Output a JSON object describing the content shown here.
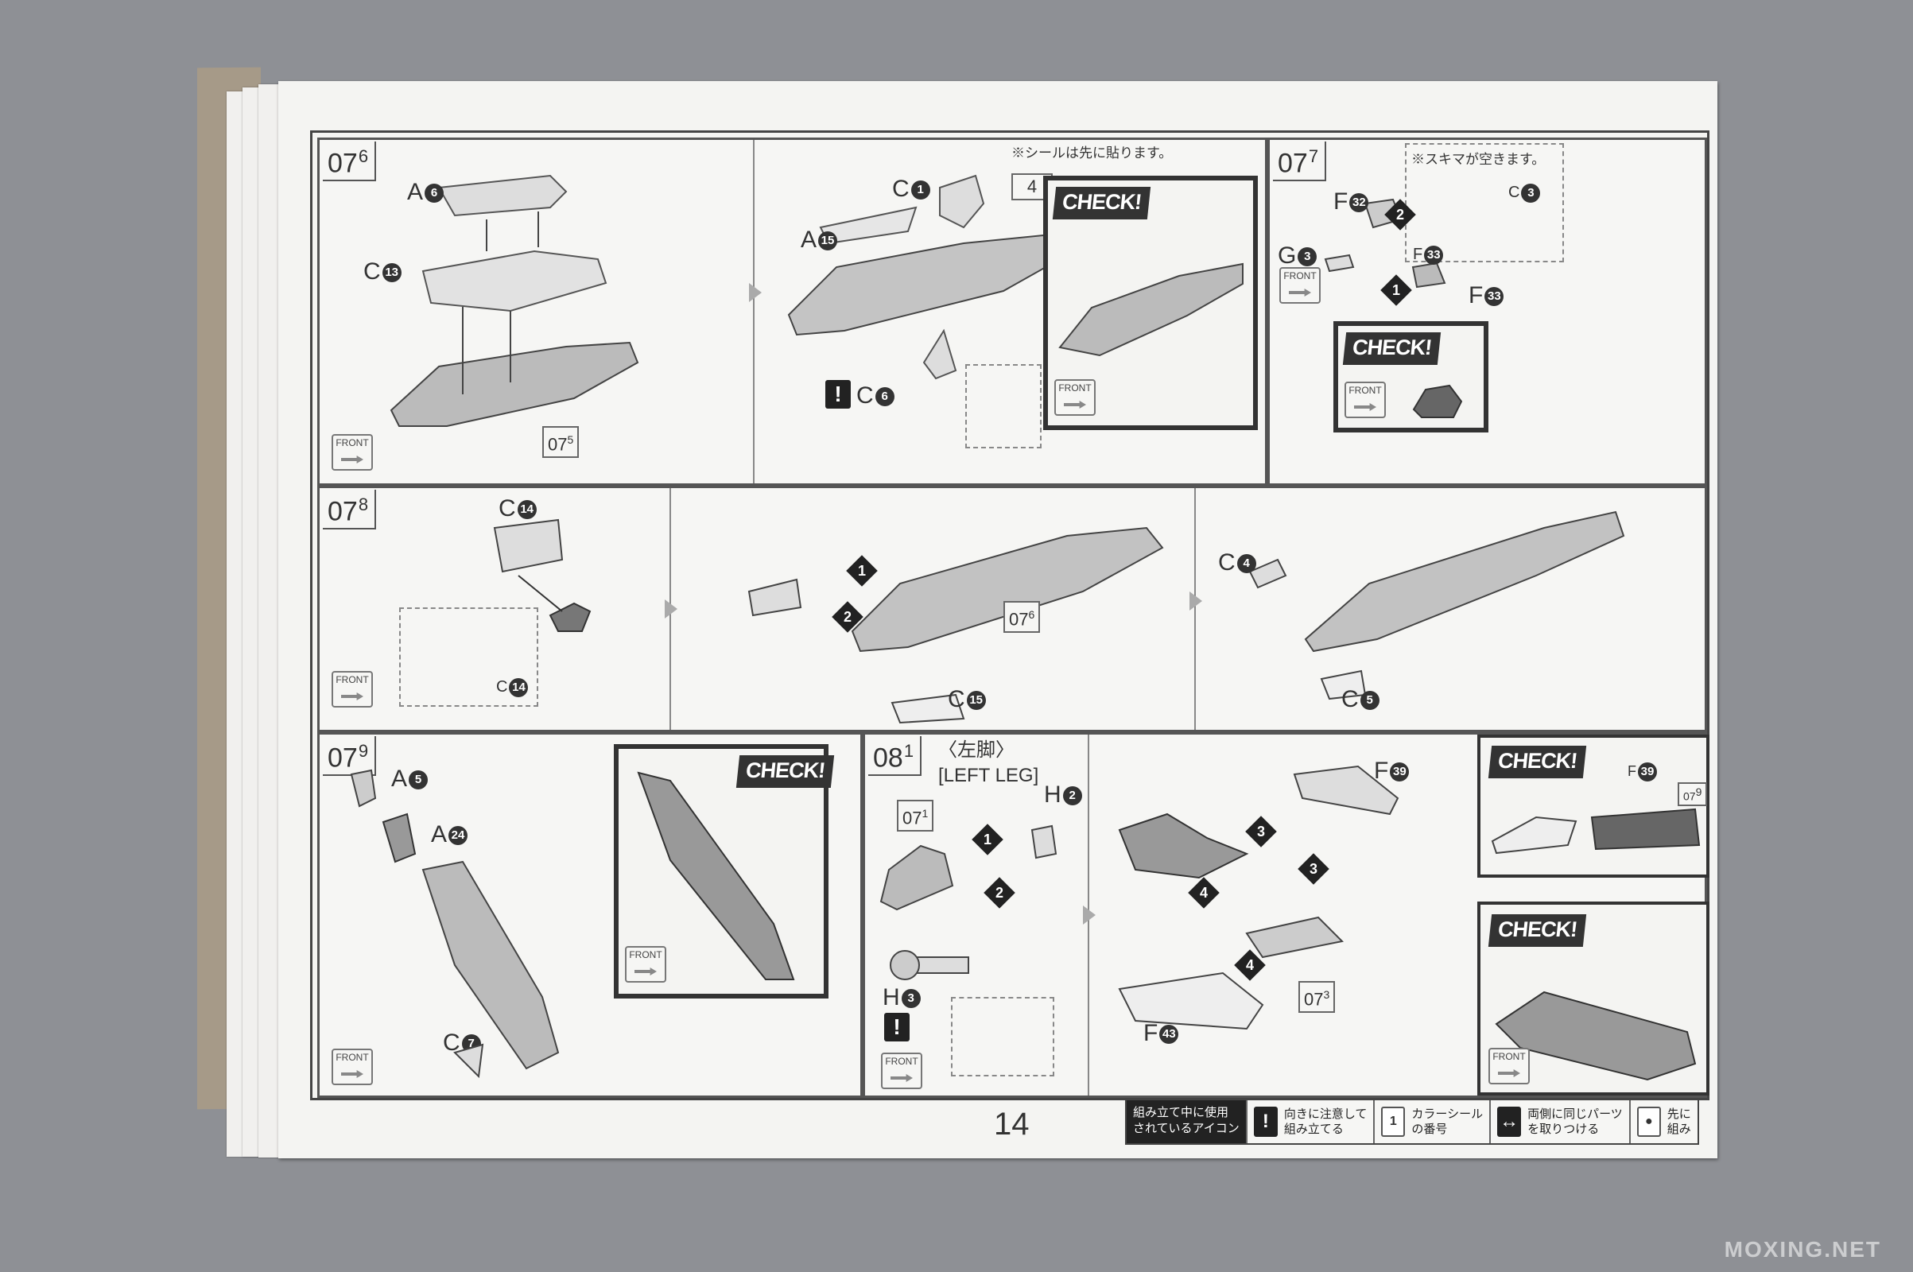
{
  "page": {
    "number": "14"
  },
  "steps": {
    "s07_6": {
      "main": "07",
      "sub": "6",
      "parts": {
        "a6": "A",
        "a6n": "6",
        "c13": "C",
        "c13n": "13",
        "a15": "A",
        "a15n": "15",
        "c1": "C",
        "c1n": "1",
        "c6": "C",
        "c6n": "6"
      },
      "ref": {
        "main": "07",
        "sub": "5"
      },
      "seal_note": "※シールは先に貼ります。",
      "seal_number": "4"
    },
    "s07_7": {
      "main": "07",
      "sub": "7",
      "parts": {
        "f32": "F",
        "f32n": "32",
        "g3": "G",
        "g3n": "3",
        "f33": "F",
        "f33n": "33",
        "f33b": "F",
        "f33bn": "33",
        "c3": "C",
        "c3n": "3"
      },
      "gap_note": "※スキマが空きます。"
    },
    "s07_8": {
      "main": "07",
      "sub": "8",
      "parts": {
        "c14": "C",
        "c14n": "14",
        "c14b": "C",
        "c14bn": "14",
        "c15": "C",
        "c15n": "15",
        "c4": "C",
        "c4n": "4",
        "c5": "C",
        "c5n": "5"
      },
      "ref": {
        "main": "07",
        "sub": "6"
      }
    },
    "s07_9": {
      "main": "07",
      "sub": "9",
      "parts": {
        "a5": "A",
        "a5n": "5",
        "a24": "A",
        "a24n": "24",
        "c7": "C",
        "c7n": "7"
      }
    },
    "s08_1": {
      "main": "08",
      "sub": "1",
      "title_jp": "〈左脚〉",
      "title_en": "[LEFT LEG]",
      "parts": {
        "h2": "H",
        "h2n": "2",
        "h3": "H",
        "h3n": "3",
        "f39": "F",
        "f39n": "39",
        "f39b": "F",
        "f39bn": "39",
        "f43": "F",
        "f43n": "43"
      },
      "ref1": {
        "main": "07",
        "sub": "1"
      },
      "ref3": {
        "main": "07",
        "sub": "3"
      },
      "ref9": {
        "main": "07",
        "sub": "9"
      }
    }
  },
  "check_label": "CHECK!",
  "front_label": "FRONT",
  "step_numbers": {
    "one": "1",
    "two": "2",
    "three": "3",
    "four": "4"
  },
  "warn_symbol": "!",
  "legend": {
    "title": "組み立て中に使用\nされているアイコン",
    "item_orientation": "向きに注意して\n組み立てる",
    "item_sticker_number": "1",
    "item_sticker": "カラーシール\nの番号",
    "item_both_sides": "両側に同じパーツ\nを取りつける",
    "item_first": "先に\n組み"
  },
  "watermark": "MOXING.NET"
}
